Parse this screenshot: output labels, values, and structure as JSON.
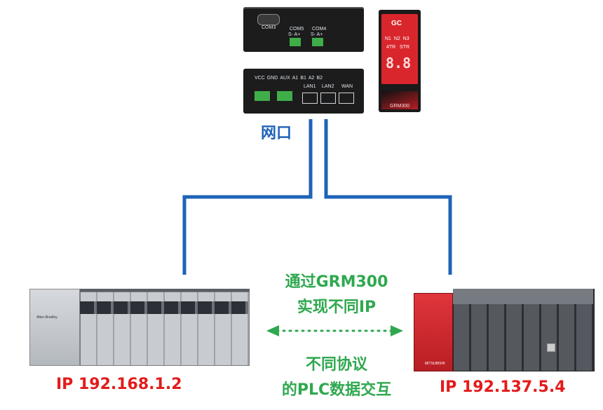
{
  "gateway": {
    "top_unit": {
      "port_com3": "COM3",
      "port_com5": "COM5",
      "port_com4": "COM4",
      "terminal_left": "S-  A+",
      "terminal_right": "S-  A+"
    },
    "bottom_unit": {
      "terminal_labels": [
        "VCC",
        "GND",
        "AUX",
        "A1",
        "B1",
        "A2",
        "B2"
      ],
      "lan1": "LAN1",
      "lan2": "LAN2",
      "wan": "WAN"
    },
    "display_unit": {
      "brand": "GC",
      "net_labels": "N1  N2  N3",
      "mode_labels": "4TR   STR",
      "digits": "8.8",
      "model": "GRM300"
    }
  },
  "port_label": "网口",
  "left_plc": {
    "ip_label": "IP 192.168.1.2",
    "brand_text": "Allen-Bradley"
  },
  "right_plc": {
    "ip_label": "IP 192.137.5.4",
    "brand_text": "MITSUBISHI"
  },
  "center_text": {
    "line1": "通过GRM300",
    "line2": "实现不同IP",
    "line3": "不同协议",
    "line4": "的PLC数据交互"
  },
  "colors": {
    "connection_line": "#1f63b8",
    "ip_text": "#e31b1b",
    "center_text": "#2fa84f",
    "gateway_body": "#1c1c1c",
    "display_red": "#d9262c"
  }
}
